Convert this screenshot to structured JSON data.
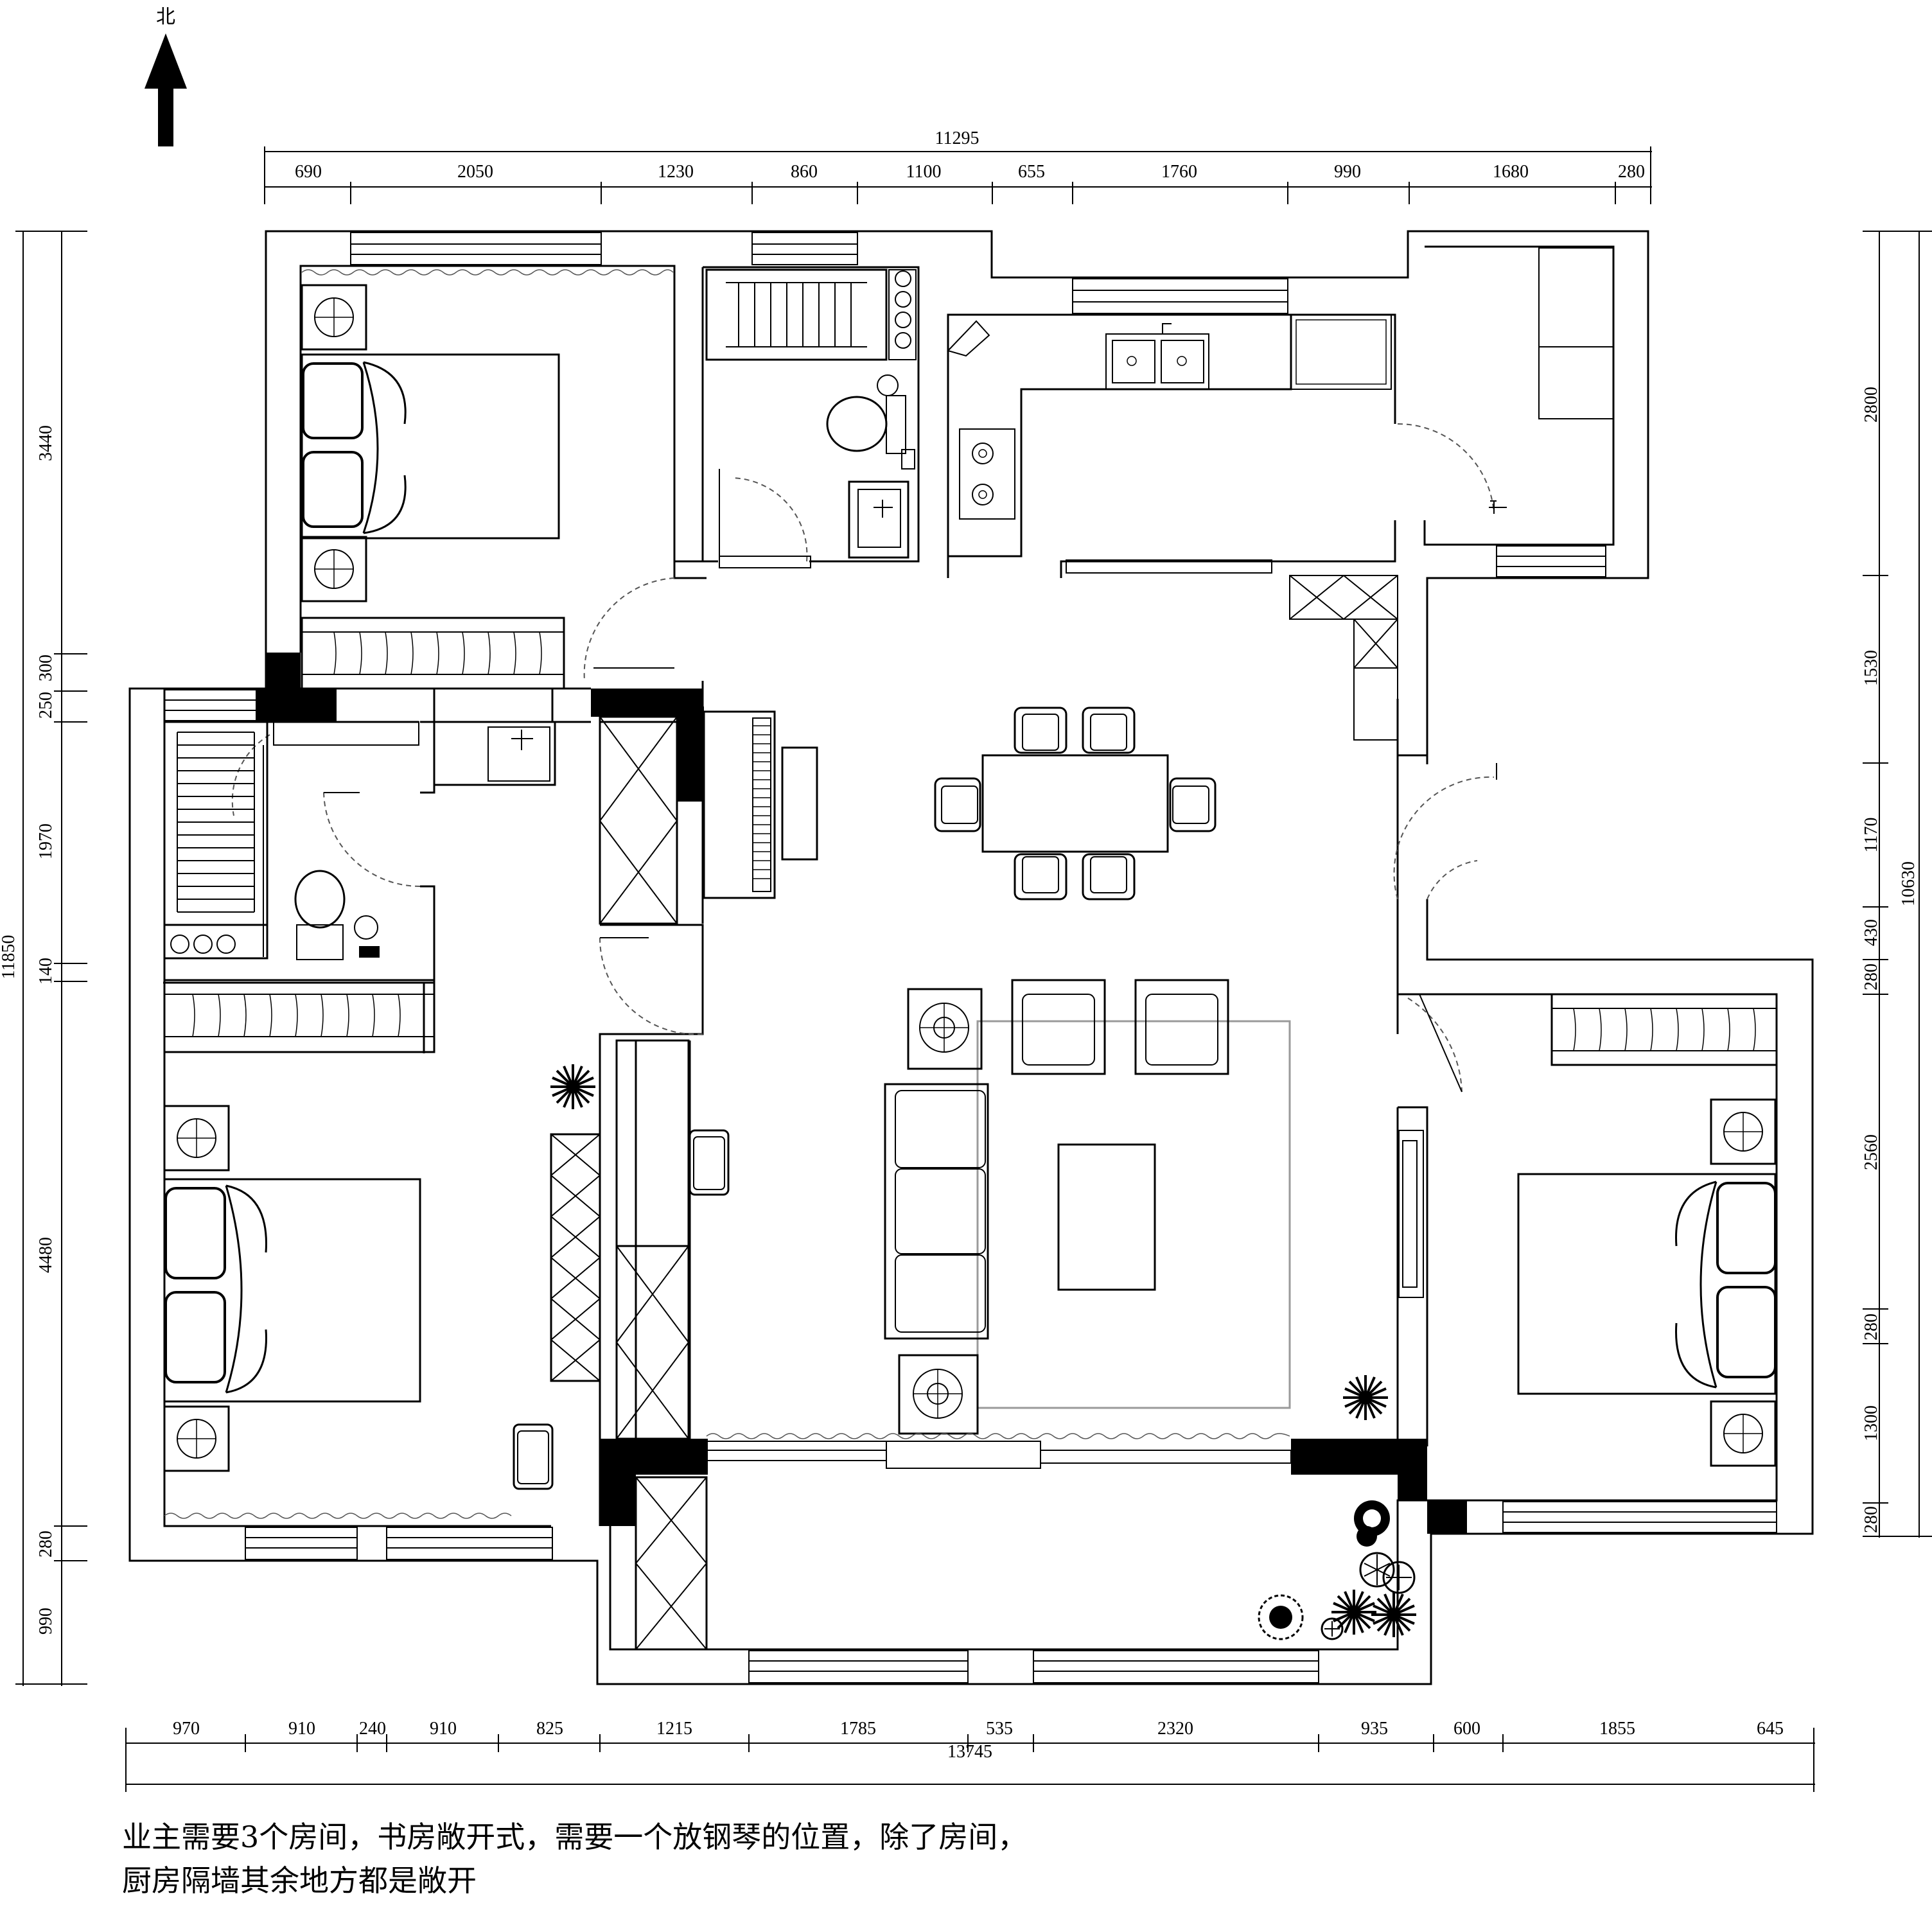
{
  "north_label": "北",
  "dimensions": {
    "top_total": "11295",
    "top_segments": [
      "690",
      "2050",
      "1230",
      "860",
      "1100",
      "655",
      "1760",
      "990",
      "1680",
      "280"
    ],
    "bottom_total": "13745",
    "bottom_segments": [
      "970",
      "910",
      "240",
      "910",
      "825",
      "1215",
      "1785",
      "535",
      "2320",
      "935",
      "600",
      "1855",
      "645"
    ],
    "left_total": "11850",
    "left_segments": [
      "3440",
      "300",
      "250",
      "1970",
      "140",
      "4480",
      "280",
      "990"
    ],
    "right_total": "10630",
    "right_segments": [
      "2800",
      "1530",
      "1170",
      "430",
      "280",
      "2560",
      "280",
      "1300",
      "280"
    ]
  },
  "note": {
    "line1": "业主需要3个房间，书房敞开式，需要一个放钢琴的位置，除了房间，",
    "line2": "厨房隔墙其余地方都是敞开"
  },
  "colors": {
    "line": "#000000",
    "wall_fill": "#000000",
    "background": "#ffffff",
    "rug": "#9a9a9a"
  }
}
